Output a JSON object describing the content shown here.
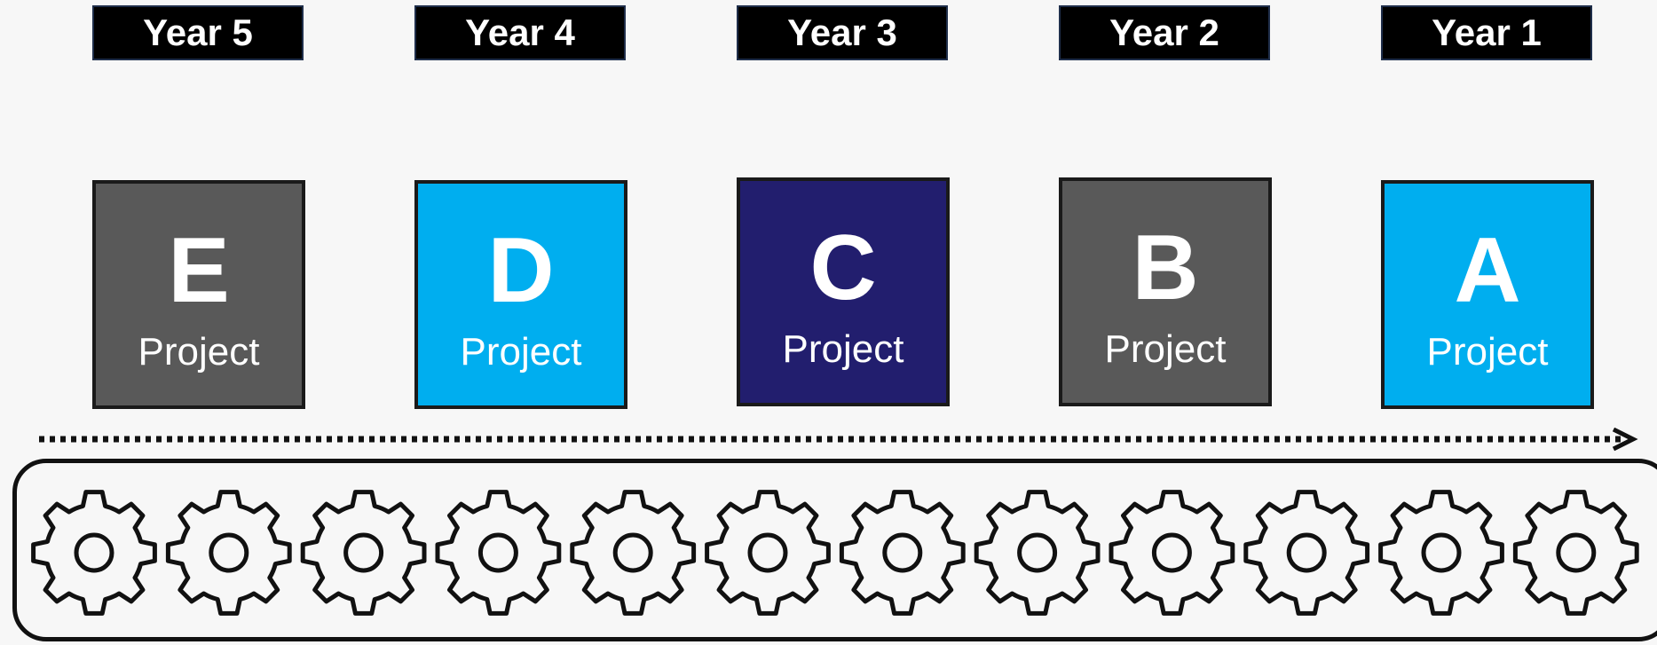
{
  "years": [
    "Year 5",
    "Year 4",
    "Year 3",
    "Year 2",
    "Year 1"
  ],
  "projects": [
    {
      "letter": "E",
      "label": "Project",
      "color": "#595959"
    },
    {
      "letter": "D",
      "label": "Project",
      "color": "#00aeef"
    },
    {
      "letter": "C",
      "label": "Project",
      "color": "#221e6e"
    },
    {
      "letter": "B",
      "label": "Project",
      "color": "#595959"
    },
    {
      "letter": "A",
      "label": "Project",
      "color": "#00aeef"
    }
  ],
  "gear_count": 12,
  "icons": [
    "gear-icon",
    "arrow-right-icon"
  ]
}
